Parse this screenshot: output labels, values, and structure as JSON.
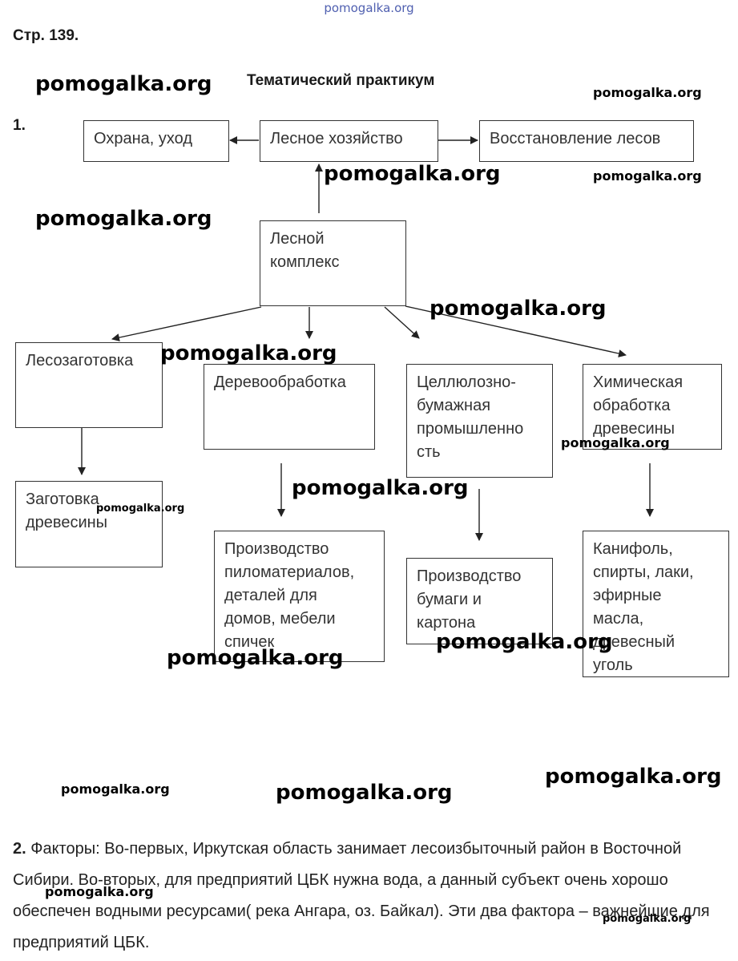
{
  "header": {
    "site_link": "pomogalka.org",
    "page_number": "Стр. 139.",
    "title": "Тематический практикум"
  },
  "task1": {
    "number": "1.",
    "boxes": {
      "protection": "Охрана, уход",
      "forestry": "Лесное хозяйство",
      "restoration": "Восстановление лесов",
      "complex": "Лесной\nкомплекс",
      "logging": "Лесозаготовка",
      "woodworking": "Деревообработка",
      "pulp_paper": "Целлюлозно-\nбумажная\nпромышленно\nсть",
      "chemical": "Химическая\nобработка\nдревесины",
      "harvesting": "Заготовка\nдревесины",
      "lumber": "Производство\nпиломатериалов,\nдеталей для\nдомов, мебели\nспичек",
      "paper": "Производство\nбумаги и\nкартона",
      "rosin": "Канифоль,\nспирты, лаки,\nэфирные\nмасла,\nдревесный\nуголь"
    }
  },
  "task2": {
    "number": "2.",
    "text": "Факторы: Во-первых, Иркутская область занимает лесоизбыточный район в Восточной Сибири. Во-вторых, для предприятий ЦБК нужна вода, а данный субъект очень хорошо обеспечен водными ресурсами( река Ангара, оз. Байкал). Эти два фактора – важнейшие для предприятий ЦБК."
  },
  "watermark": "pomogalka.org"
}
